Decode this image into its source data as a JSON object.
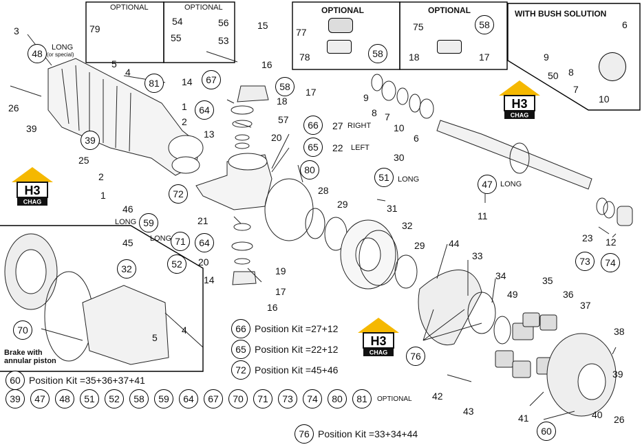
{
  "boxes": {
    "optional_a": {
      "title": "OPTIONAL",
      "labels": [
        "79"
      ]
    },
    "optional_b": {
      "title": "OPTIONAL",
      "labels": [
        "54",
        "56",
        "55",
        "53"
      ]
    },
    "optional_c": {
      "title": "OPTIONAL",
      "labels": [
        "77",
        "78",
        "58"
      ]
    },
    "optional_d": {
      "title": "OPTIONAL",
      "labels": [
        "75",
        "58",
        "18",
        "17"
      ]
    },
    "bush": {
      "title": "WITH BUSH SOLUTION",
      "labels": [
        "6",
        "9",
        "50",
        "8",
        "7",
        "10"
      ]
    },
    "brake": {
      "note_line1": "Brake with",
      "note_line2": "annular piston",
      "circle": "70",
      "label": "32"
    }
  },
  "annotations": {
    "long_special": "LONG",
    "or_special": "(or special)",
    "right": "RIGHT",
    "left": "LEFT",
    "long": "LONG"
  },
  "part_labels": {
    "p3": "3",
    "p5": "5",
    "p4": "4",
    "p26": "26",
    "p39": "39",
    "p25": "25",
    "p1": "1",
    "p2": "2",
    "p2b": "2",
    "p1b": "1",
    "p46": "46",
    "p45": "45",
    "p14": "14",
    "p16": "16",
    "p17": "17",
    "p18": "18",
    "p57": "57",
    "p13": "13",
    "p20": "20",
    "p15": "15",
    "p27": "27",
    "p22": "22",
    "p30": "30",
    "p28": "28",
    "p29": "29",
    "p31": "31",
    "p32": "32",
    "p29b": "29",
    "p21": "21",
    "p20b": "20",
    "p19": "19",
    "p14b": "14",
    "p17b": "17",
    "p16b": "16",
    "p9": "9",
    "p8": "8",
    "p7": "7",
    "p10": "10",
    "p6": "6",
    "p11": "11",
    "p23": "23",
    "p12": "12",
    "p44": "44",
    "p33": "33",
    "p34": "34",
    "p35": "35",
    "p36": "36",
    "p37": "37",
    "p38": "38",
    "p39b": "39",
    "p40": "40",
    "p26b": "26",
    "p41": "41",
    "p42": "42",
    "p43": "43",
    "p5b": "5",
    "p4b": "4"
  },
  "circled": {
    "c48": "48",
    "c81": "81",
    "c67": "67",
    "c58": "58",
    "c64": "64",
    "c39": "39",
    "c72": "72",
    "c59": "59",
    "c71": "71",
    "c52": "52",
    "c64b": "64",
    "c66": "66",
    "c65": "65",
    "c80": "80",
    "c51": "51",
    "c47": "47",
    "c73": "73",
    "c74": "74",
    "c76": "76",
    "c60": "60"
  },
  "kits": [
    {
      "circle": "66",
      "text": "Position Kit =27+12"
    },
    {
      "circle": "65",
      "text": "Position Kit =22+12"
    },
    {
      "circle": "72",
      "text": "Position Kit =45+46"
    },
    {
      "circle": "60",
      "text": "Position Kit =35+36+37+41"
    },
    {
      "circle": "76",
      "text": "Position Kit =33+34+44"
    }
  ],
  "legend": {
    "items": [
      "39",
      "47",
      "48",
      "51",
      "52",
      "58",
      "59",
      "64",
      "67",
      "70",
      "71",
      "73",
      "74",
      "80",
      "81"
    ],
    "suffix": "OPTIONAL"
  },
  "logo": {
    "letters": "H3",
    "sub": "CHAG",
    "accent": "#f5b800"
  }
}
